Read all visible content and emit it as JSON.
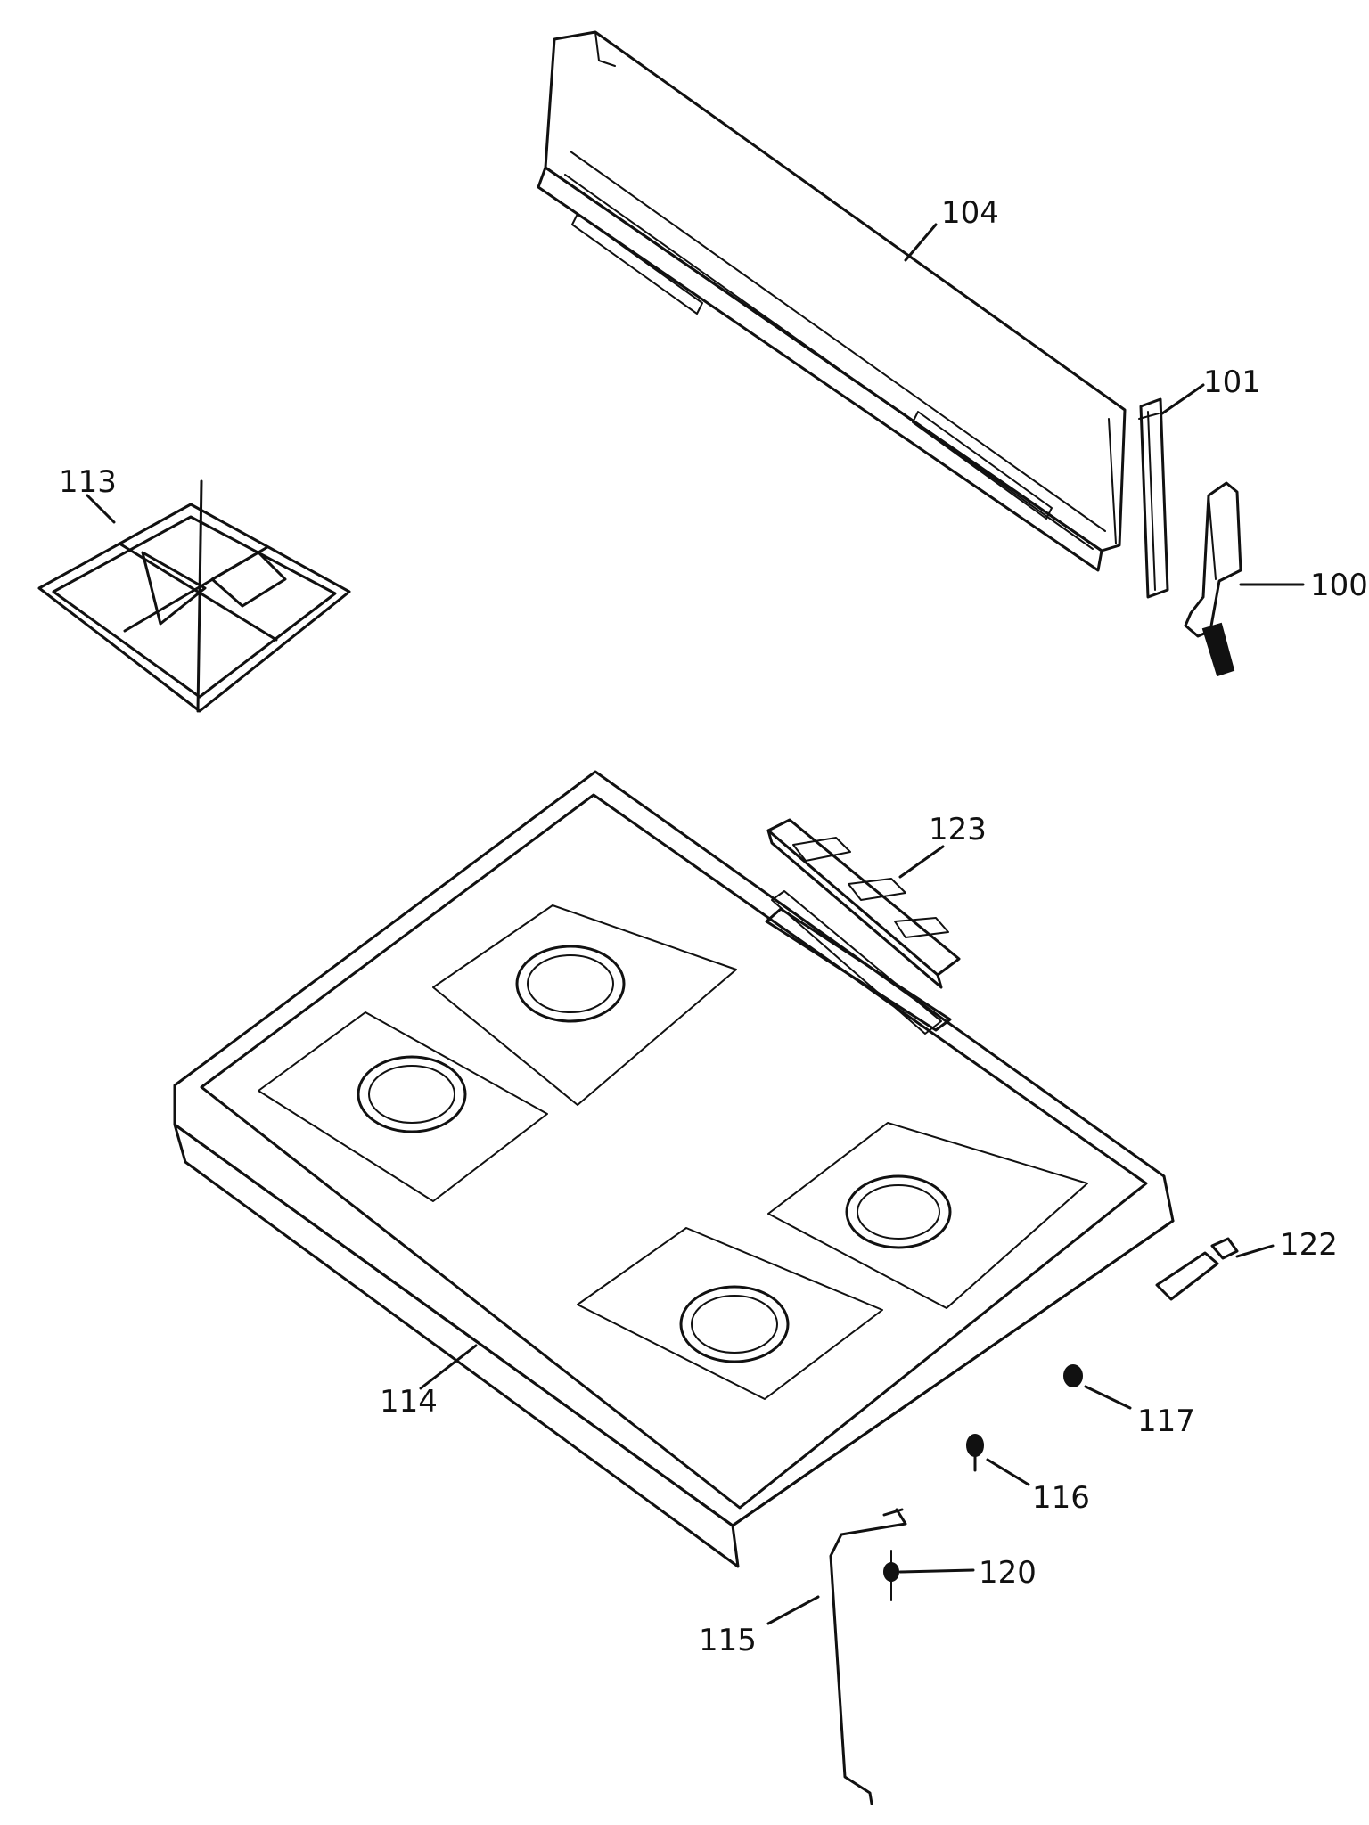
{
  "parts": [
    {
      "id": "p104",
      "label": "104"
    },
    {
      "id": "p101",
      "label": "101"
    },
    {
      "id": "p100",
      "label": "100"
    },
    {
      "id": "p113",
      "label": "113"
    },
    {
      "id": "p123",
      "label": "123"
    },
    {
      "id": "p122",
      "label": "122"
    },
    {
      "id": "p114",
      "label": "114"
    },
    {
      "id": "p117",
      "label": "117"
    },
    {
      "id": "p116",
      "label": "116"
    },
    {
      "id": "p120",
      "label": "120"
    },
    {
      "id": "p115",
      "label": "115"
    }
  ]
}
